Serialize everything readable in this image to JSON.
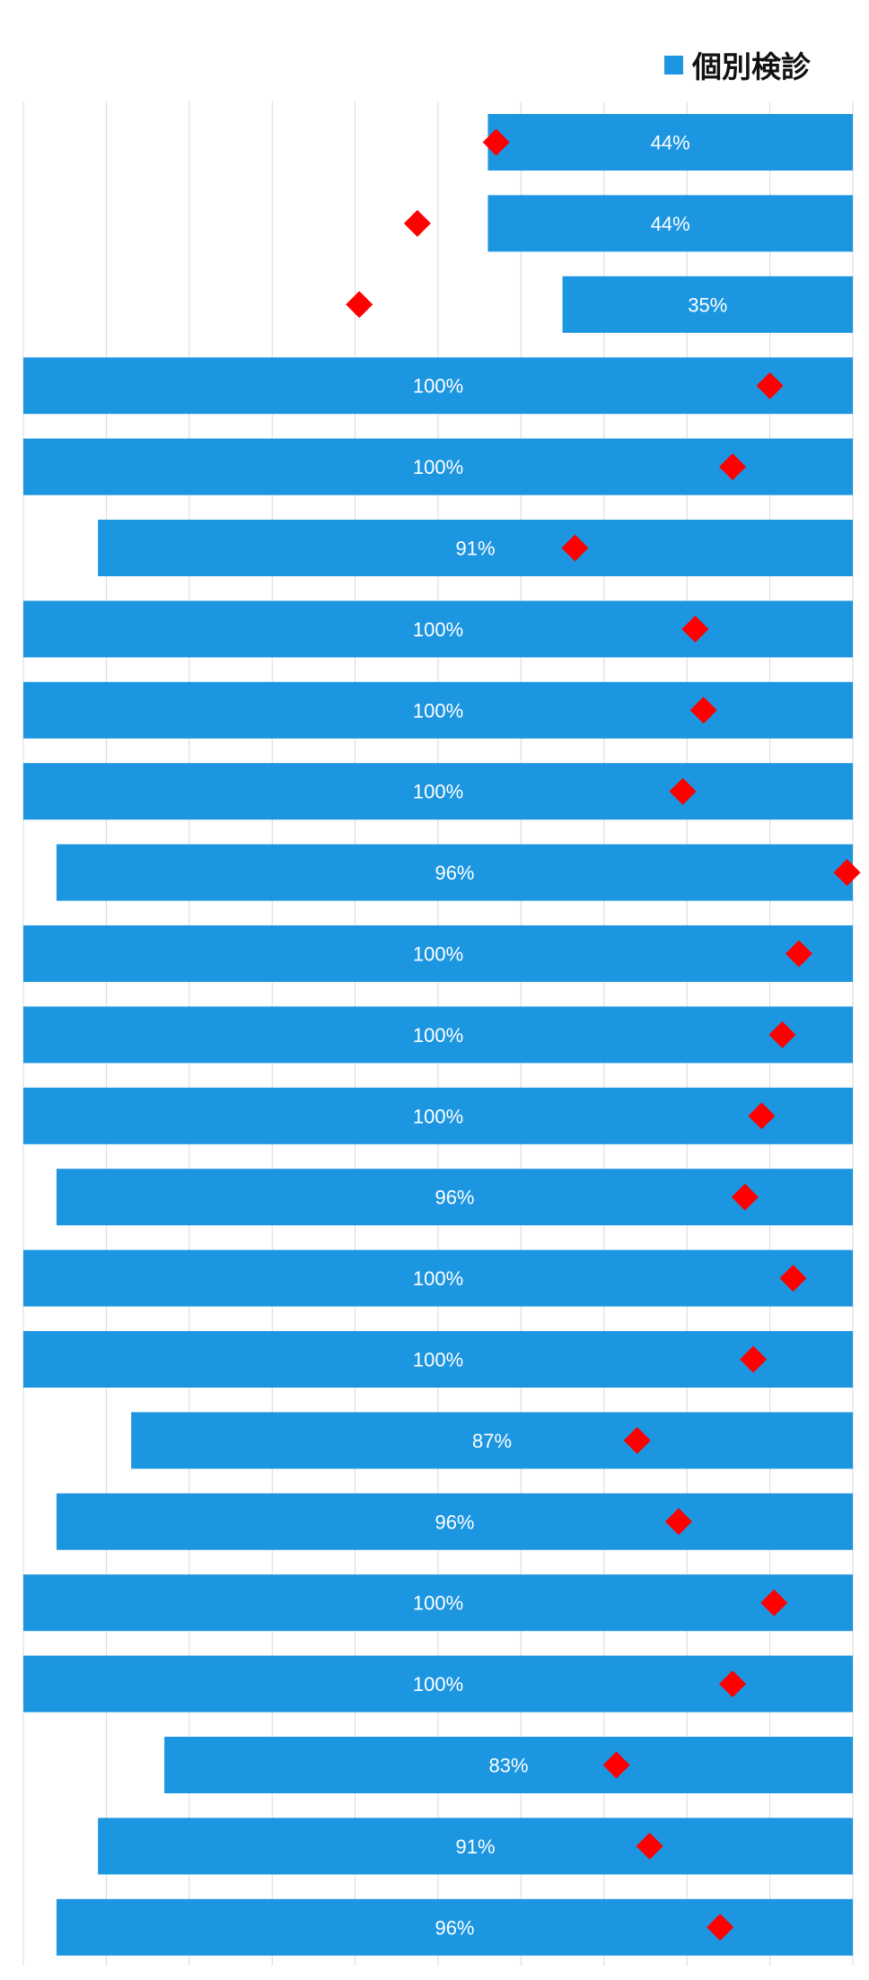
{
  "colors": {
    "bar": "#1c96e0",
    "marker": "#ff0000",
    "grid": "#d9d9d9",
    "bar_label": "#ffffff",
    "background": "#ffffff"
  },
  "chart_data": {
    "type": "bar",
    "orientation": "horizontal",
    "bar_anchor": "right",
    "xlim": [
      0,
      100
    ],
    "grid": true,
    "gridline_count": 10,
    "legend": {
      "position": "top-right",
      "entries": [
        "個別検診"
      ]
    },
    "series": [
      {
        "name": "個別検診",
        "type": "bar",
        "values": [
          44,
          44,
          35,
          100,
          100,
          91,
          100,
          100,
          100,
          96,
          100,
          100,
          100,
          96,
          100,
          100,
          87,
          96,
          100,
          100,
          83,
          91,
          96
        ],
        "labels": [
          "44%",
          "44%",
          "35%",
          "100%",
          "100%",
          "91%",
          "100%",
          "100%",
          "100%",
          "96%",
          "100%",
          "100%",
          "100%",
          "96%",
          "100%",
          "100%",
          "87%",
          "96%",
          "100%",
          "100%",
          "83%",
          "91%",
          "96%"
        ]
      },
      {
        "type": "marker",
        "shape": "diamond",
        "values": [
          57,
          47.5,
          40.5,
          90,
          85.5,
          66.5,
          81,
          82,
          79.5,
          99.3,
          93.5,
          91.5,
          89,
          87,
          92.8,
          88,
          74,
          79,
          90.5,
          85.5,
          71.5,
          75.5,
          84
        ]
      }
    ]
  }
}
